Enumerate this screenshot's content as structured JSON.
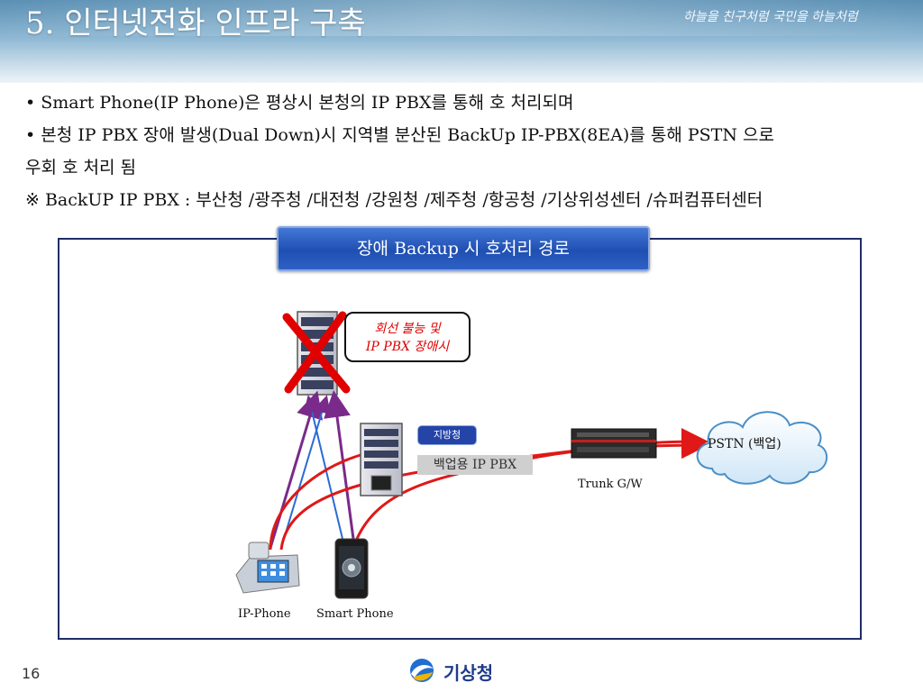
{
  "header": {
    "title": "5. 인터넷전화 인프라 구축",
    "slogan": "하늘을 친구처럼 국민을 하늘처럼"
  },
  "bullets": [
    "• Smart Phone(IP Phone)은 평상시 본청의 IP PBX를 통해 호 처리되며",
    "• 본청 IP PBX 장애 발생(Dual Down)시 지역별 분산된 BackUp IP-PBX(8EA)를 통해 PSTN 으로",
    " 우회 호 처리 됨",
    "※ BackUP IP PBX : 부산청 /광주청 /대전청 /강원청 /제주청 /항공청 /기상위성센터 /슈퍼컴퓨터센터"
  ],
  "diagram": {
    "banner": "장애 Backup 시 호처리 경로",
    "callout": [
      "회선 불능 및",
      "IP PBX 장애시"
    ],
    "local_tag": "지방청",
    "backup_label": "백업용 IP PBX",
    "trunk_label": "Trunk G/W",
    "pstn_label": "PSTN (백업)",
    "ip_phone_label": "IP-Phone",
    "smart_phone_label": "Smart Phone",
    "colors": {
      "route": "#e01818",
      "normal_path": "#7a2a8a",
      "frame": "#1f2d66"
    }
  },
  "footer": {
    "page": "16",
    "logo_text": "기상청"
  }
}
